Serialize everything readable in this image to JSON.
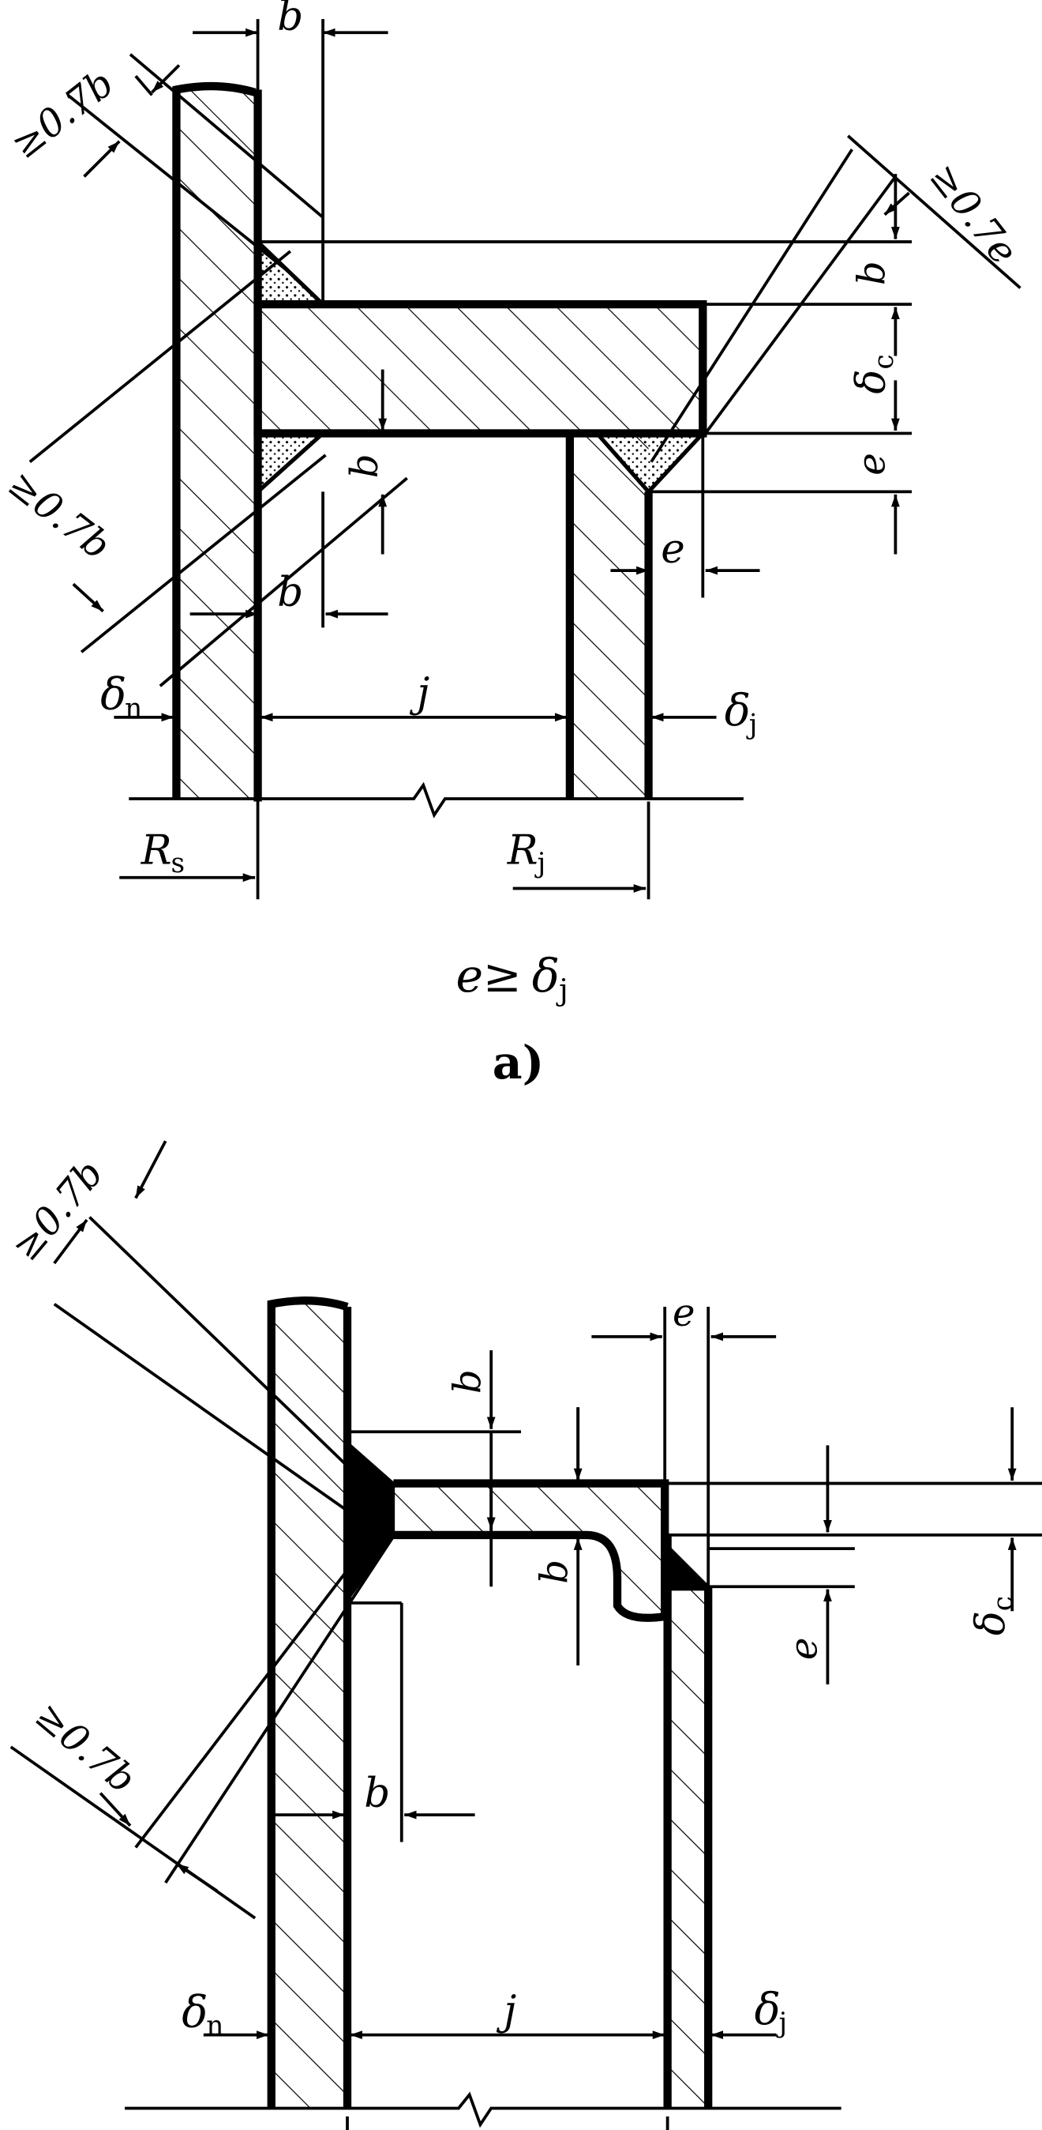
{
  "figure_a": {
    "labels": {
      "b_top": "b",
      "weld_left_top": "≥0.7b",
      "weld_right_top": "≥0.7e",
      "b_right": "b",
      "delta_c_sym": "δ",
      "delta_c_sub": "c",
      "e_right": "e",
      "b_mid": "b",
      "weld_left_bottom": "≥0.7b",
      "b_lower": "b",
      "e_tube": "e",
      "delta_n_sym": "δ",
      "delta_n_sub": "n",
      "j": "j",
      "delta_j_sym": "δ",
      "delta_j_sub": "j",
      "rs_sym": "R",
      "rs_sub": "s",
      "rj_sym": "R",
      "rj_sub": "j"
    },
    "condition": {
      "e": "e",
      "op": "≥",
      "delta": "δ",
      "sub": "j"
    },
    "caption": "a)"
  },
  "figure_b": {
    "labels": {
      "weld_left_top": "≥0.7b",
      "e_top": "e",
      "b_top": "b",
      "b_mid": "b",
      "e_right": "e",
      "delta_c_sym": "δ",
      "delta_c_sub": "c",
      "weld_left_bottom": "≥0.7b",
      "b_lower": "b",
      "delta_n_sym": "δ",
      "delta_n_sub": "n",
      "j": "j",
      "delta_j_sym": "δ",
      "delta_j_sub": "j"
    }
  }
}
